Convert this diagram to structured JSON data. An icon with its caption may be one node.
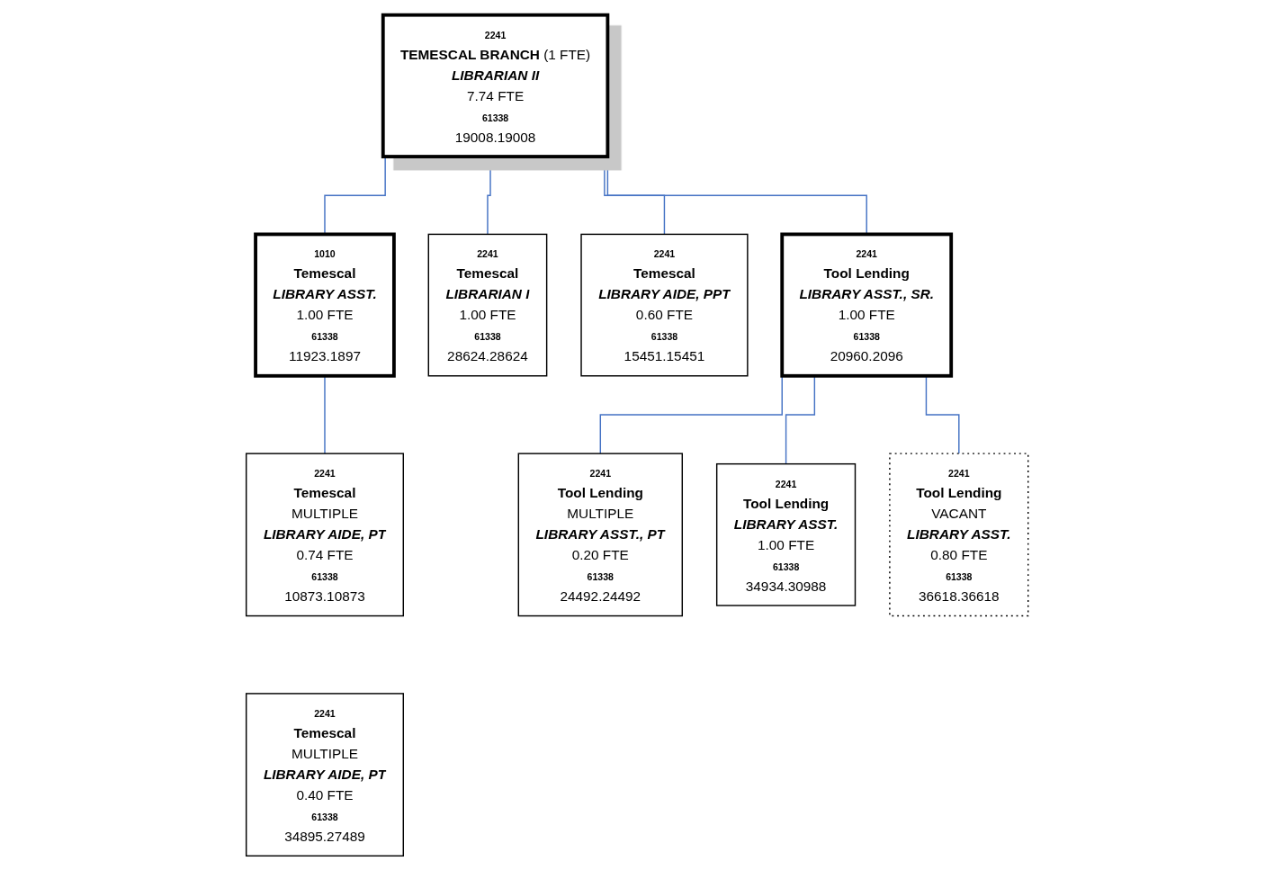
{
  "diagram": {
    "nodes": [
      {
        "text": [
          "2241",
          "**TEMESCAL BRANCH** (1 FTE)",
          "LIBRARIAN II",
          "7.74 FTE",
          "61338",
          "19008.19008"
        ]
      },
      {
        "text": [
          "1010",
          "Temescal",
          "LIBRARY ASST.",
          "1.00 FTE",
          "61338",
          "11923.1897"
        ]
      },
      {
        "text": [
          "2241",
          "Temescal",
          "LIBRARIAN I",
          "1.00 FTE",
          "61338",
          "28624.28624"
        ]
      },
      {
        "text": [
          "2241",
          "Temescal",
          "LIBRARY AIDE, PPT",
          "0.60 FTE",
          "61338",
          "15451.15451"
        ]
      },
      {
        "text": [
          "2241",
          "Tool Lending",
          "LIBRARY ASST., SR.",
          "1.00 FTE",
          "61338",
          "20960.2096"
        ]
      },
      {
        "text": [
          "2241",
          "Temescal",
          "MULTIPLE",
          "LIBRARY AIDE, PT",
          "0.74 FTE",
          "61338",
          "10873.10873"
        ]
      },
      {
        "text": [
          "2241",
          "Temescal",
          "MULTIPLE",
          "LIBRARY AIDE, PT",
          "0.40 FTE",
          "61338",
          "34895.27489"
        ]
      },
      {
        "text": [
          "2241",
          "Tool Lending",
          "MULTIPLE",
          "LIBRARY ASST., PT",
          "0.20 FTE",
          "61338",
          "24492.24492"
        ]
      },
      {
        "text": [
          "2241",
          "Tool Lending",
          "LIBRARY ASST.",
          "1.00 FTE",
          "61338",
          "34934.30988"
        ]
      },
      {
        "text": [
          "2241",
          "Tool Lending",
          "VACANT",
          "LIBRARY ASST.",
          "0.80 FTE",
          "61338",
          "36618.36618"
        ]
      }
    ],
    "edges": [
      {
        "from": 0,
        "to": 1,
        "arrow": "none"
      },
      {
        "from": 0,
        "to": 2,
        "arrow": "none"
      },
      {
        "from": 0,
        "to": 3,
        "arrow": "none"
      },
      {
        "from": 0,
        "to": 4,
        "arrow": "none"
      },
      {
        "from": 1,
        "to": 5,
        "arrow": "none"
      },
      {
        "from": 4,
        "to": 7,
        "arrow": "none"
      },
      {
        "from": 4,
        "to": 8,
        "arrow": "none"
      },
      {
        "from": 4,
        "to": 9,
        "arrow": "none"
      }
    ]
  }
}
